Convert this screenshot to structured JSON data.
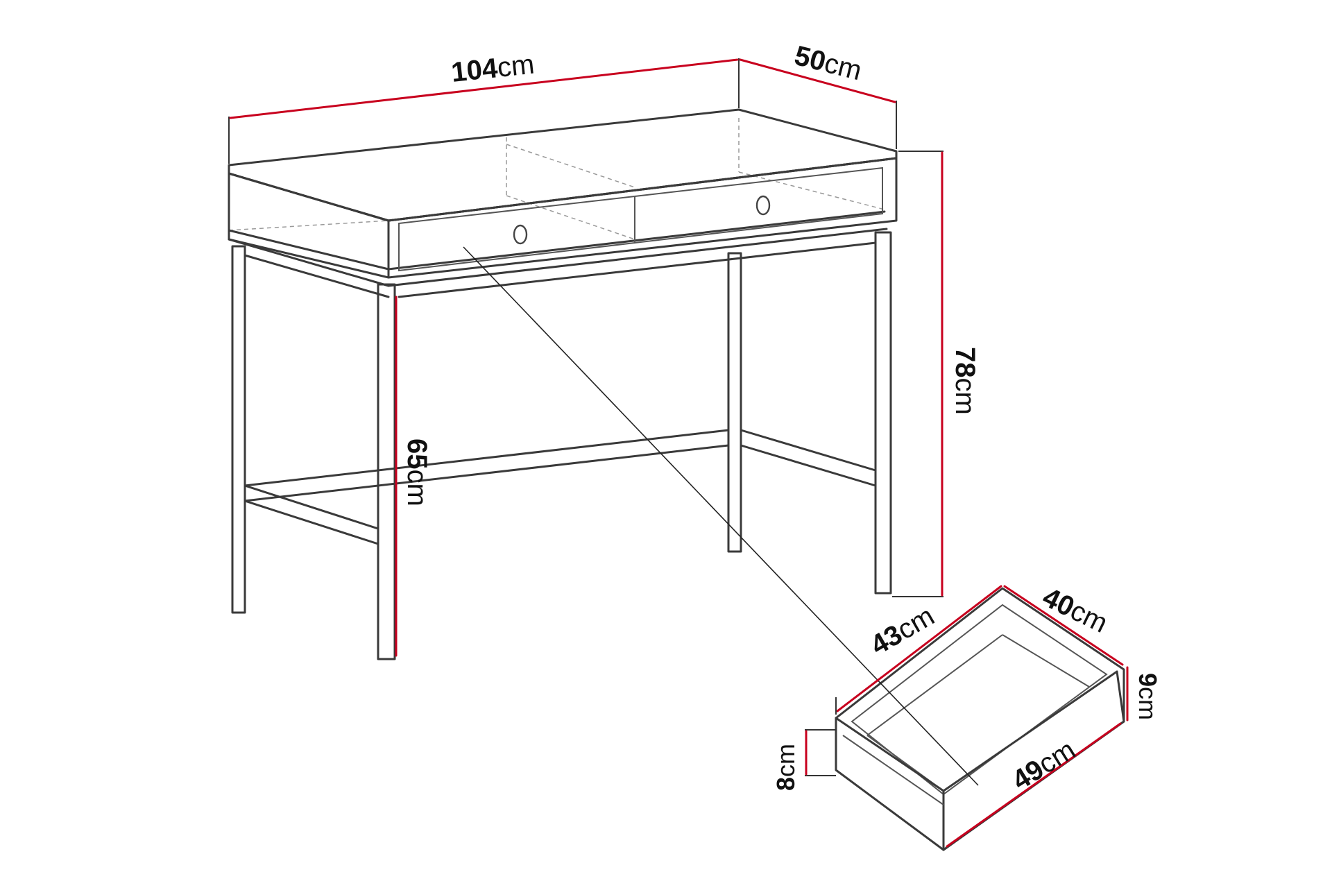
{
  "dimensions": {
    "desk_width": {
      "value": "104",
      "unit": "cm"
    },
    "desk_depth": {
      "value": "50",
      "unit": "cm"
    },
    "desk_height": {
      "value": "78",
      "unit": "cm"
    },
    "leg_height": {
      "value": "65",
      "unit": "cm"
    },
    "drawer_depth": {
      "value": "43",
      "unit": "cm"
    },
    "drawer_width": {
      "value": "40",
      "unit": "cm"
    },
    "drawer_height": {
      "value": "9",
      "unit": "cm"
    },
    "drawer_front_h": {
      "value": "8",
      "unit": "cm"
    },
    "drawer_front_w": {
      "value": "49",
      "unit": "cm"
    }
  },
  "colors": {
    "dimension_line": "#c8001e",
    "outline": "#3a3a3a",
    "background": "#ffffff"
  }
}
